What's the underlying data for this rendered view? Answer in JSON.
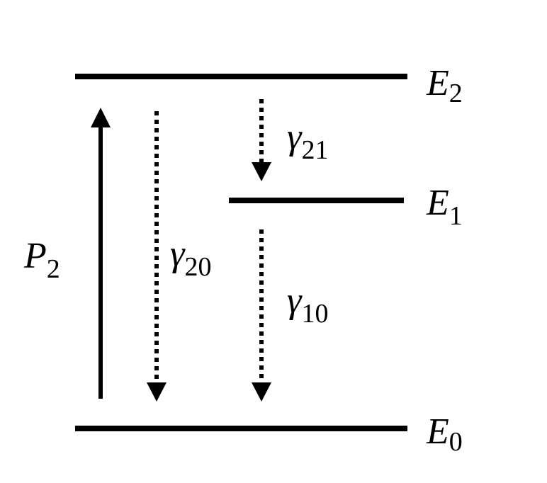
{
  "levels": {
    "e2": {
      "sym": "E",
      "sub": "2"
    },
    "e1": {
      "sym": "E",
      "sub": "1"
    },
    "e0": {
      "sym": "E",
      "sub": "0"
    }
  },
  "transitions": {
    "pump": {
      "sym": "P",
      "sub": "2"
    },
    "g20": {
      "sym": "γ",
      "sub": "20"
    },
    "g21": {
      "sym": "γ",
      "sub": "21"
    },
    "g10": {
      "sym": "γ",
      "sub": "10"
    }
  },
  "colors": {
    "ink": "#000000",
    "background": "#ffffff"
  }
}
